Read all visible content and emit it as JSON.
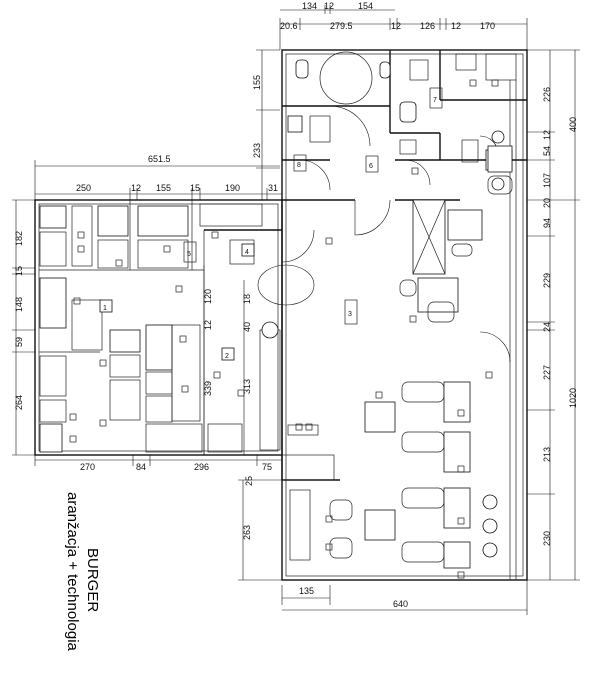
{
  "title": {
    "main": "BURGER",
    "subtitle": "aranžacja + technologia"
  },
  "dimensions": {
    "top_row": [
      "134",
      "12",
      "154",
      "20.6",
      "279.5",
      "12",
      "126",
      "12",
      "170"
    ],
    "left_upper": [
      "155",
      "233",
      "651.5"
    ],
    "kitchen_top": [
      "250",
      "12",
      "155",
      "15",
      "190",
      "31"
    ],
    "kitchen_left": [
      "182",
      "15",
      "148",
      "59",
      "264"
    ],
    "kitchen_inner": [
      "120",
      "18",
      "40",
      "12",
      "313",
      "339"
    ],
    "kitchen_bottom": [
      "270",
      "84",
      "296",
      "75",
      "25"
    ],
    "lower_left": [
      "263",
      "135",
      "640"
    ],
    "right_side": [
      "226",
      "400",
      "12",
      "54",
      "107",
      "20",
      "94",
      "229",
      "24",
      "227",
      "1020",
      "213",
      "230"
    ]
  },
  "marker_numbers": [
    "1",
    "2",
    "3",
    "4",
    "5",
    "6",
    "7",
    "8"
  ],
  "colors": {
    "line": "#111111",
    "background": "#ffffff"
  }
}
